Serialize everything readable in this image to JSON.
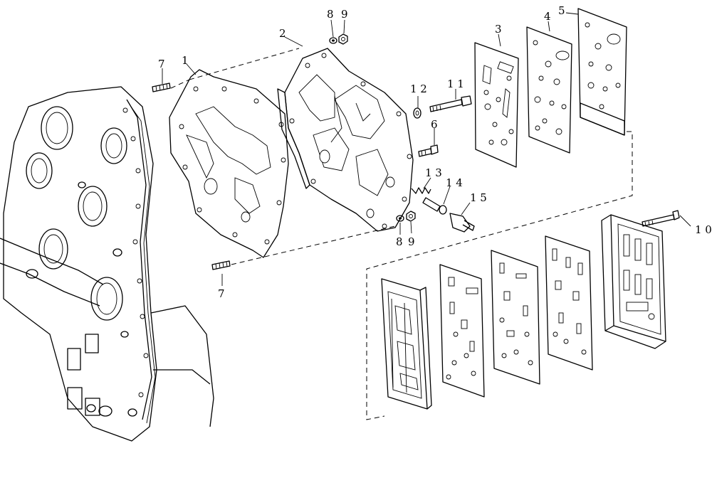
{
  "callouts": [
    {
      "id": "c1",
      "text": "1"
    },
    {
      "id": "c2",
      "text": "2"
    },
    {
      "id": "c3",
      "text": "3"
    },
    {
      "id": "c4",
      "text": "4"
    },
    {
      "id": "c5",
      "text": "5"
    },
    {
      "id": "c6",
      "text": "6"
    },
    {
      "id": "c7a",
      "text": "7"
    },
    {
      "id": "c7b",
      "text": "7"
    },
    {
      "id": "c8a",
      "text": "8"
    },
    {
      "id": "c9a",
      "text": "9"
    },
    {
      "id": "c8b",
      "text": "8"
    },
    {
      "id": "c9b",
      "text": "9"
    },
    {
      "id": "c10",
      "text": "1 0"
    },
    {
      "id": "c11",
      "text": "1 1"
    },
    {
      "id": "c12",
      "text": "1 2"
    },
    {
      "id": "c13",
      "text": "1 3"
    },
    {
      "id": "c14",
      "text": "1 4"
    },
    {
      "id": "c15",
      "text": "1 5"
    }
  ]
}
